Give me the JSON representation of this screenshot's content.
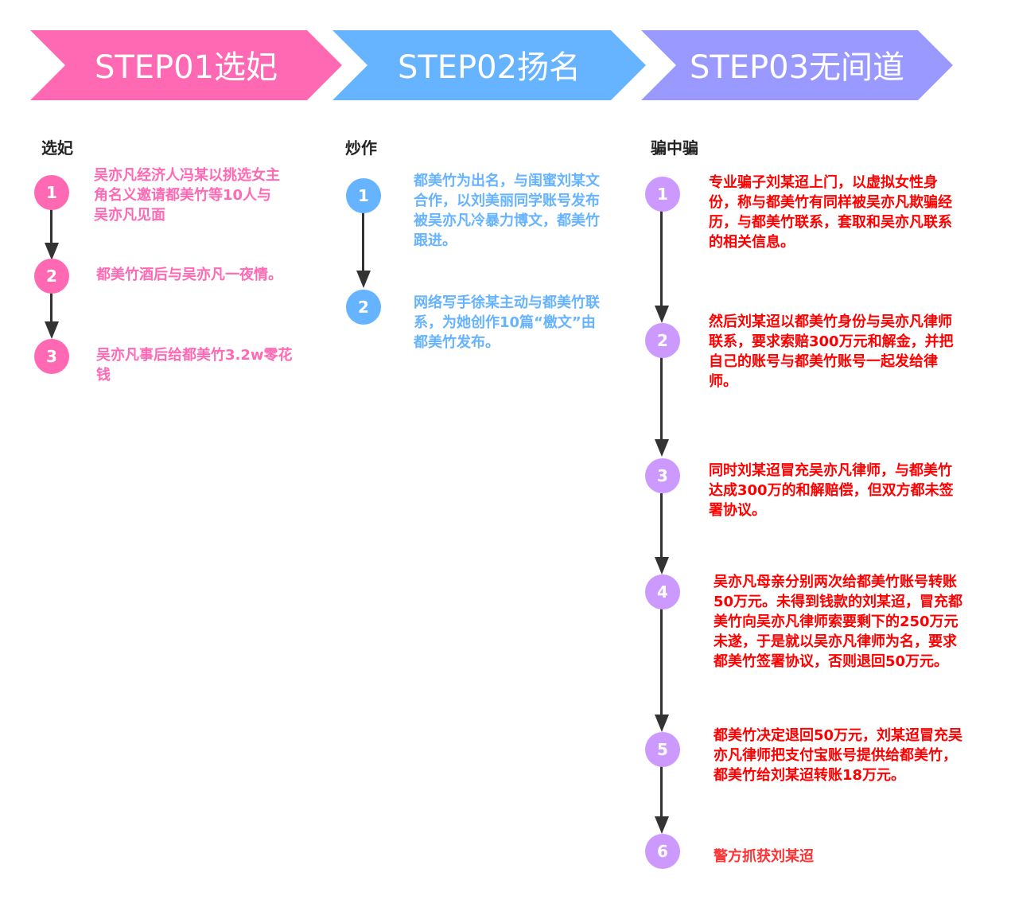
{
  "colors": {
    "step1": "#ff69b4",
    "step2": "#66b3ff",
    "step3": "#9999ff",
    "step1_node": "#ff69b4",
    "step2_node": "#66b3ff",
    "step3_node": "#cc99ff",
    "step1_text": "#ff69b4",
    "step2_text": "#66b3ff",
    "step3_text": "#ff0000",
    "connector": "#333333",
    "heading": "#222222"
  },
  "banners": [
    {
      "label": "STEP01选妃"
    },
    {
      "label": "STEP02扬名"
    },
    {
      "label": "STEP03无间道"
    }
  ],
  "columns": [
    {
      "title": "选妃",
      "steps": [
        {
          "num": "1",
          "text": "吴亦凡经济人冯某以挑选女主角名义邀请都美竹等10人与吴亦凡见面"
        },
        {
          "num": "2",
          "text": "都美竹酒后与吴亦凡一夜情。"
        },
        {
          "num": "3",
          "text": "吴亦凡事后给都美竹3.2w零花钱"
        }
      ]
    },
    {
      "title": "炒作",
      "steps": [
        {
          "num": "1",
          "text": "都美竹为出名，与闺蜜刘某文合作，以刘美丽同学账号发布被吴亦凡冷暴力博文，都美竹跟进。"
        },
        {
          "num": "2",
          "text": "网络写手徐某主动与都美竹联系，为她创作10篇“檄文”由都美竹发布。"
        }
      ]
    },
    {
      "title": "骗中骗",
      "steps": [
        {
          "num": "1",
          "text": "专业骗子刘某迢上门，以虚拟女性身份，称与都美竹有同样被吴亦凡欺骗经历，与都美竹联系，套取和吴亦凡联系的相关信息。"
        },
        {
          "num": "2",
          "text": "然后刘某迢以都美竹身份与吴亦凡律师联系，要求索赔300万元和解金，并把自己的账号与都美竹账号一起发给律师。"
        },
        {
          "num": "3",
          "text": "同时刘某迢冒充吴亦凡律师，与都美竹达成300万的和解赔偿，但双方都未签署协议。"
        },
        {
          "num": "4",
          "text": "吴亦凡母亲分别两次给都美竹账号转账50万元。未得到钱款的刘某迢，冒充都美竹向吴亦凡律师索要剩下的250万元未遂，于是就以吴亦凡律师为名，要求都美竹签署协议，否则退回50万元。"
        },
        {
          "num": "5",
          "text": "都美竹决定退回50万元，刘某迢冒充吴亦凡律师把支付宝账号提供给都美竹，都美竹给刘某迢转账18万元。"
        },
        {
          "num": "6",
          "text": "警方抓获刘某迢"
        }
      ]
    }
  ]
}
